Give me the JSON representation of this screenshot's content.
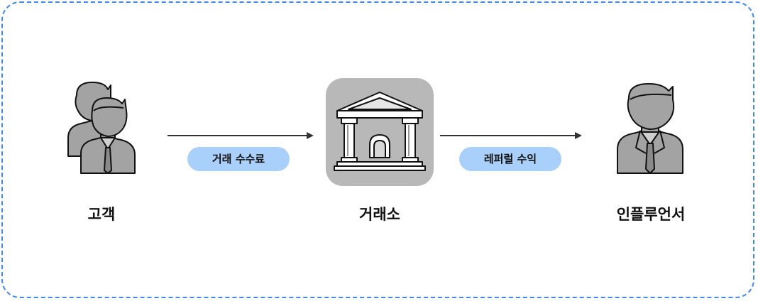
{
  "diagram": {
    "nodes": {
      "customer": {
        "label": "고객",
        "icon": "customers-icon"
      },
      "exchange": {
        "label": "거래소",
        "icon": "exchange-building-icon"
      },
      "influencer": {
        "label": "인플루언서",
        "icon": "influencer-icon"
      }
    },
    "edges": {
      "customer_to_exchange": {
        "label": "거래 수수료"
      },
      "exchange_to_influencer": {
        "label": "레퍼럴 수익"
      }
    },
    "colors": {
      "border": "#3f88f0",
      "pill": "#a9d0fb",
      "icon_fill": "#a3a3a3",
      "icon_stroke": "#111111",
      "exchange_bg": "#b8b8b8"
    }
  }
}
